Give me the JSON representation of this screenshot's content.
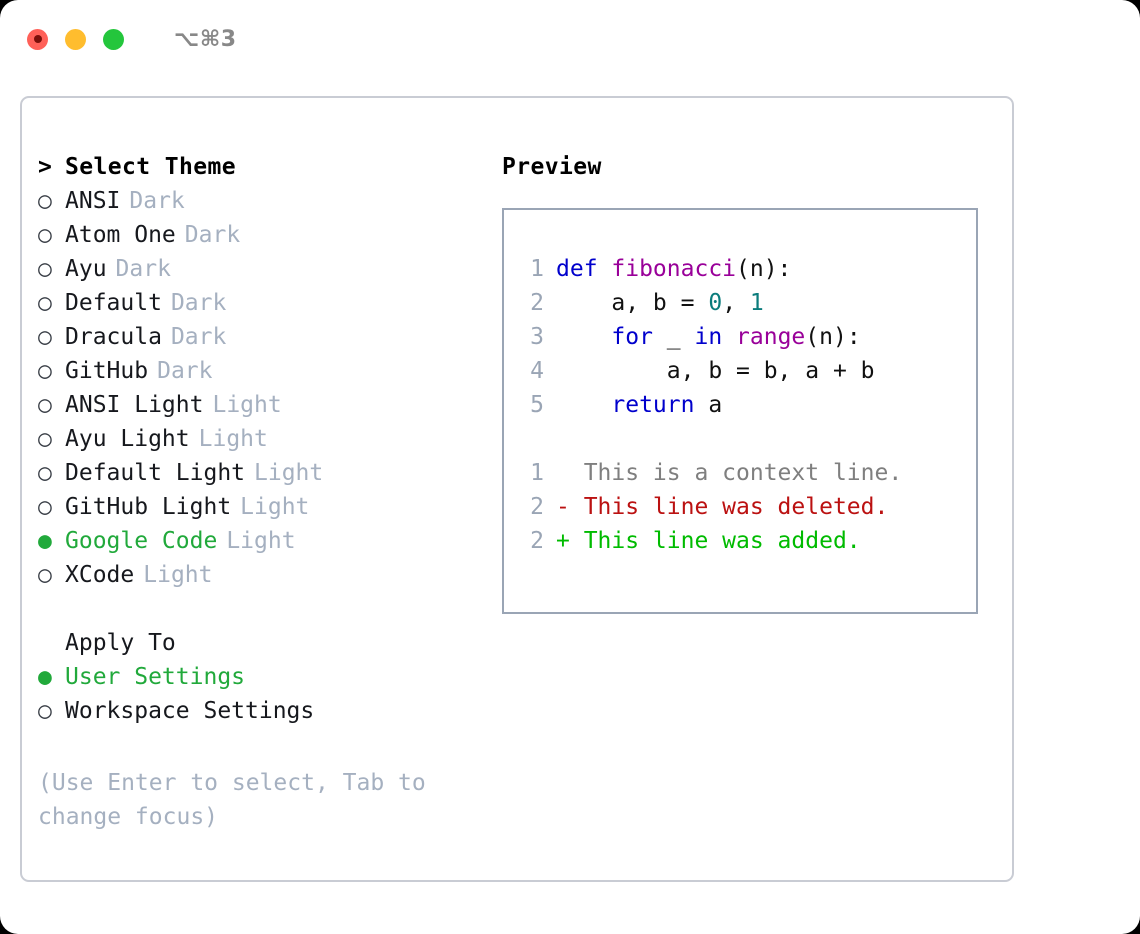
{
  "titlebar": {
    "shortcut": "⌥⌘3",
    "lights": [
      "close-red",
      "minimize-yellow",
      "maximize-green"
    ]
  },
  "theme_list": {
    "header_marker": ">",
    "header_label": "Select Theme",
    "unselected_marker": "○",
    "selected_marker": "●",
    "items": [
      {
        "marker": "○",
        "label": "ANSI",
        "variant": "Dark",
        "selected": false
      },
      {
        "marker": "○",
        "label": "Atom One",
        "variant": "Dark",
        "selected": false
      },
      {
        "marker": "○",
        "label": "Ayu",
        "variant": "Dark",
        "selected": false
      },
      {
        "marker": "○",
        "label": "Default",
        "variant": "Dark",
        "selected": false
      },
      {
        "marker": "○",
        "label": "Dracula",
        "variant": "Dark",
        "selected": false
      },
      {
        "marker": "○",
        "label": "GitHub",
        "variant": "Dark",
        "selected": false
      },
      {
        "marker": "○",
        "label": "ANSI Light",
        "variant": "Light",
        "selected": false
      },
      {
        "marker": "○",
        "label": "Ayu Light",
        "variant": "Light",
        "selected": false
      },
      {
        "marker": "○",
        "label": "Default Light",
        "variant": "Light",
        "selected": false
      },
      {
        "marker": "○",
        "label": "GitHub Light",
        "variant": "Light",
        "selected": false
      },
      {
        "marker": "●",
        "label": "Google Code",
        "variant": "Light",
        "selected": true
      },
      {
        "marker": "○",
        "label": "XCode",
        "variant": "Light",
        "selected": false
      }
    ]
  },
  "apply_to": {
    "title": "Apply To",
    "items": [
      {
        "marker": "●",
        "label": "User Settings",
        "selected": true
      },
      {
        "marker": "○",
        "label": "Workspace Settings",
        "selected": false
      }
    ]
  },
  "hint": {
    "line1": "(Use Enter to select, Tab to",
    "line2": "change focus)"
  },
  "preview": {
    "title": "Preview",
    "code_lines": [
      {
        "no": "1",
        "tokens": [
          {
            "t": "def ",
            "c": "kw"
          },
          {
            "t": "fibonacci",
            "c": "fn"
          },
          {
            "t": "(n):",
            "c": "plain"
          }
        ]
      },
      {
        "no": "2",
        "tokens": [
          {
            "t": "    a, b = ",
            "c": "plain"
          },
          {
            "t": "0",
            "c": "num"
          },
          {
            "t": ", ",
            "c": "plain"
          },
          {
            "t": "1",
            "c": "num"
          }
        ]
      },
      {
        "no": "3",
        "tokens": [
          {
            "t": "    ",
            "c": "plain"
          },
          {
            "t": "for",
            "c": "kw"
          },
          {
            "t": " _ ",
            "c": "plain"
          },
          {
            "t": "in",
            "c": "kw"
          },
          {
            "t": " ",
            "c": "plain"
          },
          {
            "t": "range",
            "c": "fn"
          },
          {
            "t": "(n):",
            "c": "plain"
          }
        ]
      },
      {
        "no": "4",
        "tokens": [
          {
            "t": "        a, b = b, a + b",
            "c": "plain"
          }
        ]
      },
      {
        "no": "5",
        "tokens": [
          {
            "t": "    ",
            "c": "plain"
          },
          {
            "t": "return",
            "c": "kw"
          },
          {
            "t": " a",
            "c": "plain"
          }
        ]
      }
    ],
    "diff_lines": [
      {
        "no": "1",
        "text": "  This is a context line.",
        "kind": "ctx"
      },
      {
        "no": "2",
        "text": "- This line was deleted.",
        "kind": "del"
      },
      {
        "no": "2",
        "text": "+ This line was added.",
        "kind": "add"
      }
    ]
  },
  "colors": {
    "accent_green": "#21a93b",
    "muted": "#a5b0c0",
    "keyword": "#0000cc",
    "function": "#990099",
    "number": "#0b7c7c",
    "diff_deleted": "#bb1111",
    "diff_added": "#00bb00",
    "diff_context": "#7f7f7f",
    "panel_border": "#c9ccd4",
    "preview_border": "#9aa5b5"
  }
}
